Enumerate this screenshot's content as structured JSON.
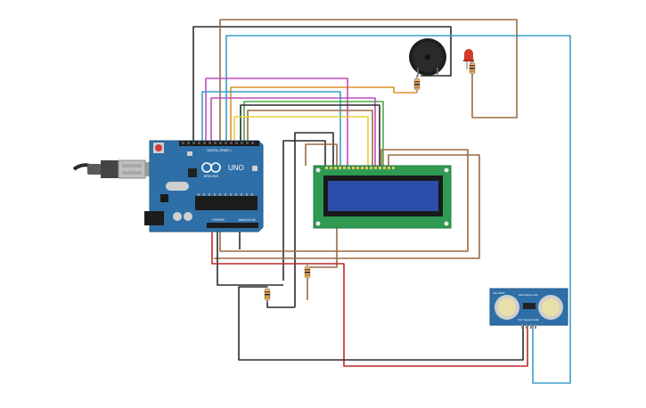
{
  "arduino": {
    "brand": "ARDUINO",
    "model": "UNO",
    "digital_header": "DIGITAL (PWM~)",
    "power_header": "POWER",
    "analog_header": "ANALOG IN"
  },
  "ultrasonic": {
    "site_label": "www.fullnux.com",
    "model_label": "HC-SR04",
    "pin_label": "VCC Trig Echo GND"
  },
  "colors": {
    "wire_black": "#2b2b2b",
    "wire_brown": "#9a6a43",
    "wire_red": "#c0282d",
    "wire_blue": "#3a9ec6",
    "wire_magenta": "#c04bbf",
    "wire_orange": "#e0922c",
    "wire_green": "#4ea64a",
    "wire_yellow": "#e7cf3c",
    "board_blue": "#2e6fa8",
    "lcd_green": "#2f9a52",
    "lcd_screen": "#2c4eaa"
  }
}
